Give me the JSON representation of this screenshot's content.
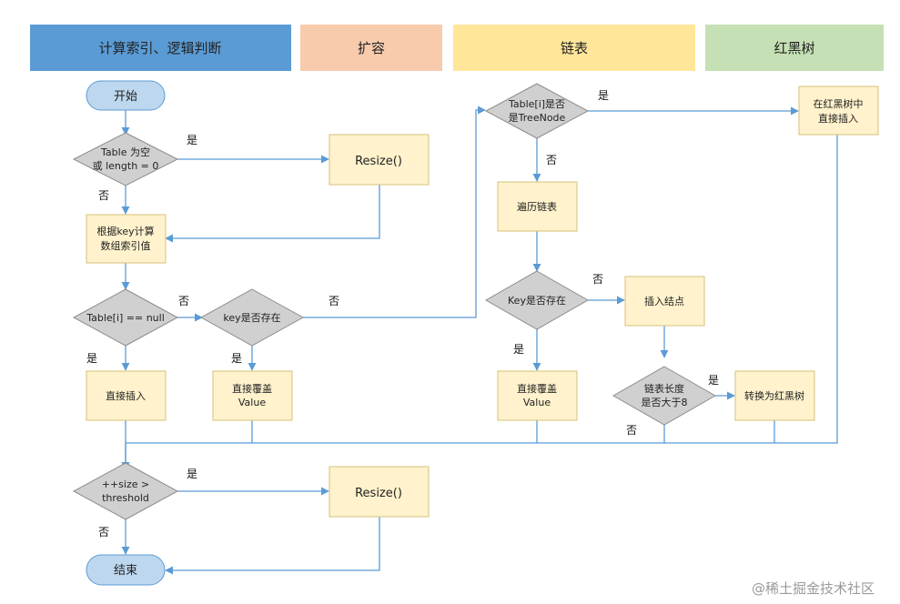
{
  "lanes": {
    "index": "计算索引、逻辑判断",
    "resize": "扩容",
    "list": "链表",
    "tree": "红黑树"
  },
  "nodes": {
    "start": "开始",
    "cond_empty_1": "Table 为空",
    "cond_empty_2": "或 length = 0",
    "resize_top": "Resize()",
    "calc_index_1": "根据key计算",
    "calc_index_2": "数组索引值",
    "cond_null": "Table[i] == null",
    "cond_key_exist": "key是否存在",
    "insert_direct": "直接插入",
    "overwrite_1_l1": "直接覆盖",
    "overwrite_1_l2": "Value",
    "cond_treenode_1": "Table[i]是否",
    "cond_treenode_2": "是TreeNode",
    "tree_insert_1": "在红黑树中",
    "tree_insert_2": "直接插入",
    "traverse": "遍历链表",
    "cond_key_exist_2": "Key是否存在",
    "insert_node": "插入结点",
    "overwrite_2_l1": "直接覆盖",
    "overwrite_2_l2": "Value",
    "cond_len_1": "链表长度",
    "cond_len_2": "是否大于8",
    "to_tree": "转换为红黑树",
    "cond_size_1": "++size >",
    "cond_size_2": "threshold",
    "resize_bottom": "Resize()",
    "end": "结束"
  },
  "edges": {
    "yes": "是",
    "no": "否"
  },
  "watermark": "@稀土掘金技术社区",
  "colors": {
    "lane_index": "#5b9bd5",
    "lane_resize": "#f8cbad",
    "lane_list": "#ffe699",
    "lane_tree": "#c5e0b4",
    "terminal": "#bdd7ee",
    "terminal_border": "#5b9bd5",
    "process": "#fff2cc",
    "process_border": "#d6c27a",
    "decision": "#d0d0d0",
    "decision_border": "#8c8c8c",
    "line": "#5b9bd5"
  }
}
